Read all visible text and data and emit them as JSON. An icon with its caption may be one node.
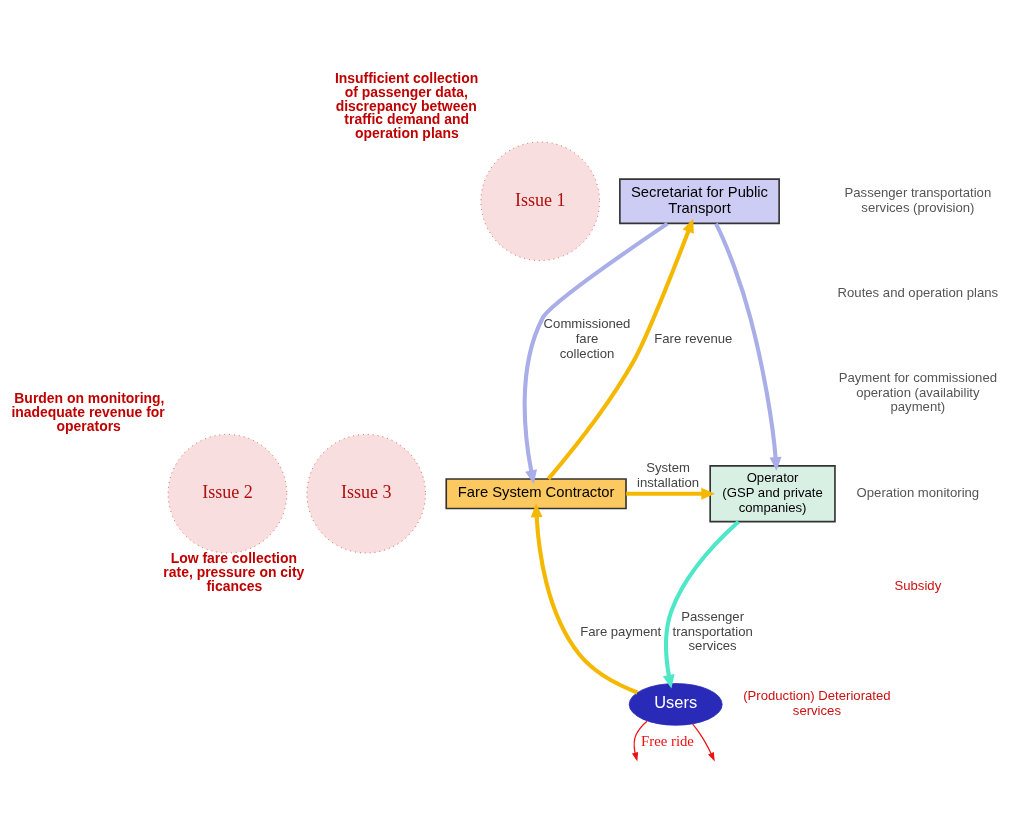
{
  "diagram": {
    "nodes": [
      {
        "text": [
          "Issue 1"
        ],
        "beside": [
          "Insufficient collection of passenger data, discrepancy between traffic demand and operation plans"
        ]
      },
      {
        "text": [
          "Issue 2"
        ],
        "beside": [
          "Burden on monitoring, inadequate revenue for operators"
        ]
      },
      {
        "text": [
          "Issue 3"
        ],
        "beside": [
          "Low fare collection rate, pressure on city ficances"
        ]
      },
      {
        "text": [
          "Secretariat for Public Transport"
        ]
      },
      {
        "text": [
          "Operator",
          "(GSP and private companies)"
        ]
      },
      {
        "text": [
          "Fare System Contractor"
        ]
      },
      {
        "text": [
          "Users"
        ]
      }
    ],
    "edges": [
      {
        "from": 3,
        "to": 4,
        "arrow": "to",
        "color": "#a9aee8"
      },
      {
        "from": 3,
        "to": 5,
        "arrow": "to",
        "label": "Commissioned fare collection",
        "color": "#a9aee8"
      },
      {
        "from": 5,
        "to": 3,
        "arrow": "to",
        "label": "Fare revenue",
        "color": "#f5b800"
      },
      {
        "from": 5,
        "to": 4,
        "arrow": "to",
        "label": "System installation",
        "color": "#f5b800"
      },
      {
        "from": 4,
        "to": 6,
        "arrow": "to",
        "label": "Passenger transportation services",
        "color": "#4ee8c8"
      },
      {
        "from": 6,
        "to": 5,
        "arrow": "to",
        "label": "Fare payment",
        "color": "#f5b800"
      },
      {
        "from": 6,
        "to": null,
        "arrow": "to",
        "label": "Free ride",
        "color": "#ee1111"
      },
      {
        "from": 6,
        "to": null,
        "arrow": "to",
        "color": "#ee1111"
      }
    ],
    "labels": [
      "Passenger transportation services (provision)",
      "Routes and operation plans",
      "Payment for commissioned operation (availability payment)",
      "Operation monitoring",
      "Subsidy",
      "(Production) Deteriorated services"
    ]
  }
}
